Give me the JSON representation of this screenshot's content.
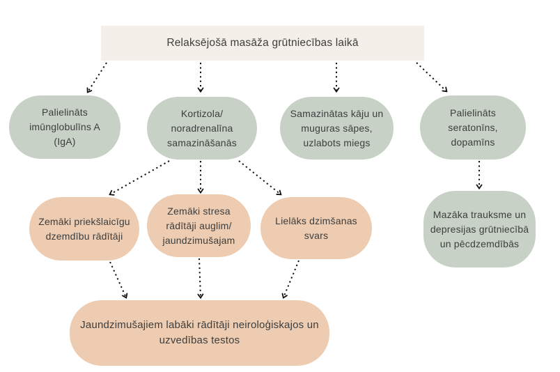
{
  "diagram": {
    "title": "Relaksējošā masāža grūtniecības laikā",
    "nodes": {
      "iga": {
        "label": "Palielināts imūnglobulīns A (IgA)"
      },
      "cortisol": {
        "label": "Kortizola/ noradrenalīna samazināšanās"
      },
      "pain": {
        "label": "Samazinātas kāju un muguras sāpes, uzlabots miegs"
      },
      "serotonin": {
        "label": "Palielināts seratonīns, dopamīns"
      },
      "preterm": {
        "label": "Zemāki priekšlaicīgu dzemdību rādītāji"
      },
      "stress": {
        "label": "Zemāki stresa rādītāji auglim/ jaundzimušajam"
      },
      "weight": {
        "label": "Lielāks dzimšanas svars"
      },
      "anxiety": {
        "label": "Mazāka trauksme un depresijas grūtniecībā un pēcdzemdībās"
      },
      "tests": {
        "label": "Jaundzimušajiem labāki rādītāji neiroloģiskajos un uzvedības testos"
      }
    },
    "colors": {
      "title_bg": "#f4efe8",
      "green_bg": "#c7d1c6",
      "peach_bg": "#edccb1",
      "text": "#3d3d3d",
      "arrow": "#111111"
    },
    "edges": [
      {
        "from": "title",
        "to": "iga"
      },
      {
        "from": "title",
        "to": "cortisol"
      },
      {
        "from": "title",
        "to": "pain"
      },
      {
        "from": "title",
        "to": "serotonin"
      },
      {
        "from": "cortisol",
        "to": "preterm"
      },
      {
        "from": "cortisol",
        "to": "stress"
      },
      {
        "from": "cortisol",
        "to": "weight"
      },
      {
        "from": "serotonin",
        "to": "anxiety"
      },
      {
        "from": "preterm",
        "to": "tests"
      },
      {
        "from": "stress",
        "to": "tests"
      },
      {
        "from": "weight",
        "to": "tests"
      }
    ]
  }
}
